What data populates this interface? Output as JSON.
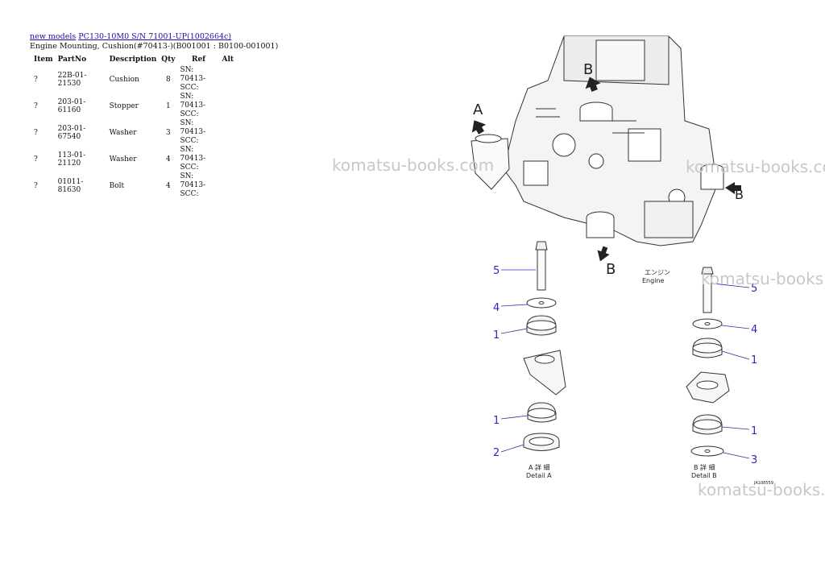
{
  "breadcrumb": {
    "link1": "new models",
    "link2": "PC130-10M0 S/N 71001-UP(1002664c)"
  },
  "subtitle": "Engine Mounting, Cushion(#70413-)(B001001 : B0100-001001)",
  "table": {
    "headers": [
      "Item",
      "PartNo",
      "Description",
      "Qty",
      "Ref",
      "Alt"
    ],
    "rows": [
      {
        "item": "?",
        "part_no": "22B-01-21530",
        "description": "Cushion",
        "qty": "8",
        "ref": "SN: 70413-SCC:",
        "alt": ""
      },
      {
        "item": "?",
        "part_no": "203-01-61160",
        "description": "Stopper",
        "qty": "1",
        "ref": "SN: 70413-SCC:",
        "alt": ""
      },
      {
        "item": "?",
        "part_no": "203-01-67540",
        "description": "Washer",
        "qty": "3",
        "ref": "SN: 70413-SCC:",
        "alt": ""
      },
      {
        "item": "?",
        "part_no": "113-01-21120",
        "description": "Washer",
        "qty": "4",
        "ref": "SN: 70413-SCC:",
        "alt": ""
      },
      {
        "item": "?",
        "part_no": "01011-81630",
        "description": "Bolt",
        "qty": "4",
        "ref": "SN: 70413-SCC:",
        "alt": ""
      }
    ]
  },
  "diagram": {
    "labels": {
      "a": "A",
      "b": "B",
      "engine_jp": "エンジン",
      "engine": "Engine",
      "detail_a_jp": "A 詳 細",
      "detail_a": "Detail A",
      "detail_b_jp": "B 詳 細",
      "detail_b": "Detail B",
      "code": "JA108559"
    },
    "callouts": {
      "n1": "1",
      "n2": "2",
      "n3": "3",
      "n4": "4",
      "n5": "5"
    },
    "watermark": "komatsu-books.com"
  },
  "colors": {
    "link": "#1a0dab",
    "callout": "#2b2bb0",
    "watermark": "#c8c8c8"
  }
}
